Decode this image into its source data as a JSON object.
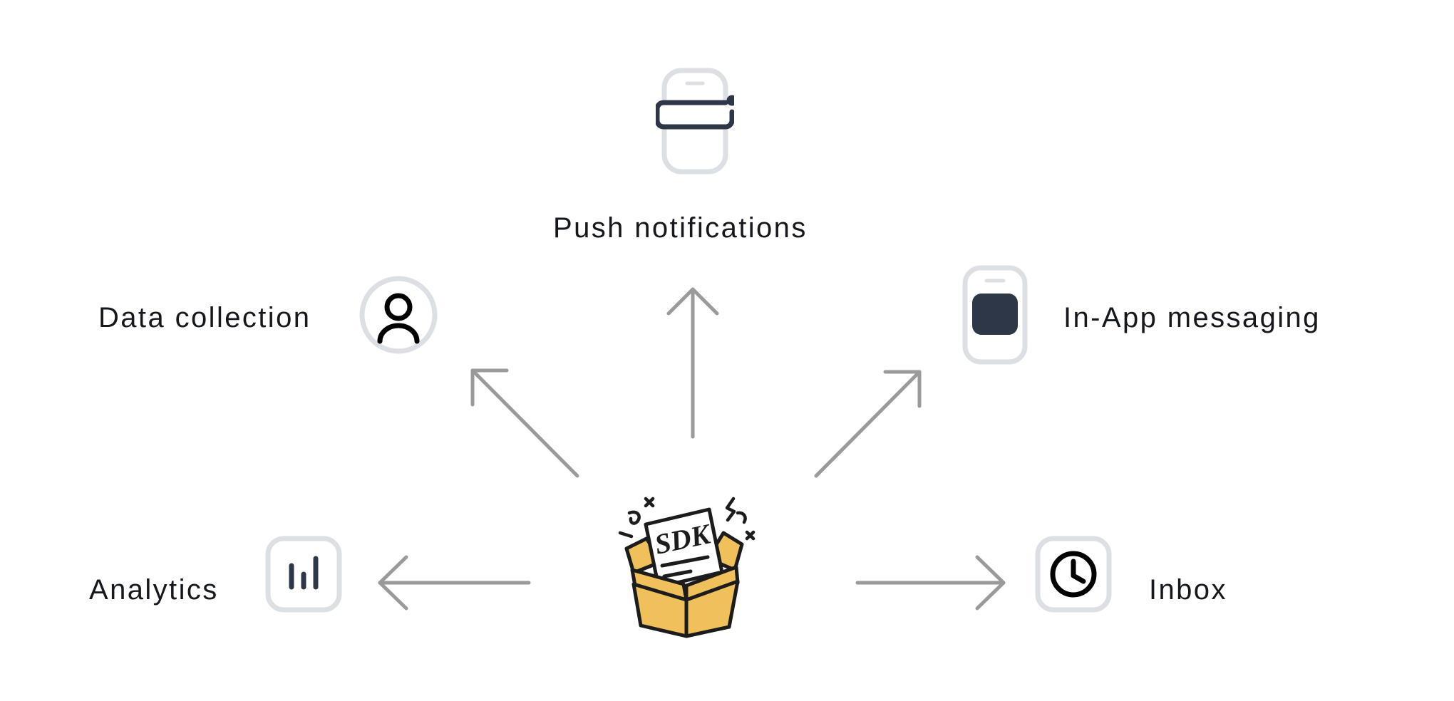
{
  "diagram": {
    "type": "radial-hub-and-spoke",
    "center": {
      "name": "SDK",
      "icon": "sdk-box-illustration",
      "paper_label": "SDK",
      "box_color": "#F0C05A",
      "outline_color": "#1c1c1c",
      "paper_color": "#ffffff"
    },
    "colors": {
      "text": "#15181c",
      "arrow": "#9a9a9a",
      "icon_dark": "#2d3748",
      "icon_outline_light": "#dcdfe3",
      "icon_black": "#000000",
      "accent_amber": "#F0C05A",
      "background": "#ffffff"
    },
    "nodes": [
      {
        "id": "push-notifications",
        "label": "Push notifications",
        "icon": "phone-push-banner-icon",
        "direction": "up",
        "label_position": "below-icon"
      },
      {
        "id": "data-collection",
        "label": "Data collection",
        "icon": "user-circle-icon",
        "direction": "upper-left",
        "label_position": "left-of-icon"
      },
      {
        "id": "in-app-messaging",
        "label": "In-App messaging",
        "icon": "phone-inapp-message-icon",
        "direction": "upper-right",
        "label_position": "right-of-icon"
      },
      {
        "id": "analytics",
        "label": "Analytics",
        "icon": "bar-chart-icon",
        "direction": "left",
        "label_position": "left-of-icon"
      },
      {
        "id": "inbox",
        "label": "Inbox",
        "icon": "clock-icon",
        "direction": "right",
        "label_position": "right-of-icon"
      }
    ],
    "arrows": [
      {
        "id": "arrow-up",
        "from": "sdk",
        "to": "push-notifications",
        "direction": "up"
      },
      {
        "id": "arrow-upper-left",
        "from": "sdk",
        "to": "data-collection",
        "direction": "upper-left"
      },
      {
        "id": "arrow-upper-right",
        "from": "sdk",
        "to": "in-app-messaging",
        "direction": "upper-right"
      },
      {
        "id": "arrow-left",
        "from": "sdk",
        "to": "analytics",
        "direction": "left"
      },
      {
        "id": "arrow-right",
        "from": "sdk",
        "to": "inbox",
        "direction": "right"
      }
    ]
  }
}
